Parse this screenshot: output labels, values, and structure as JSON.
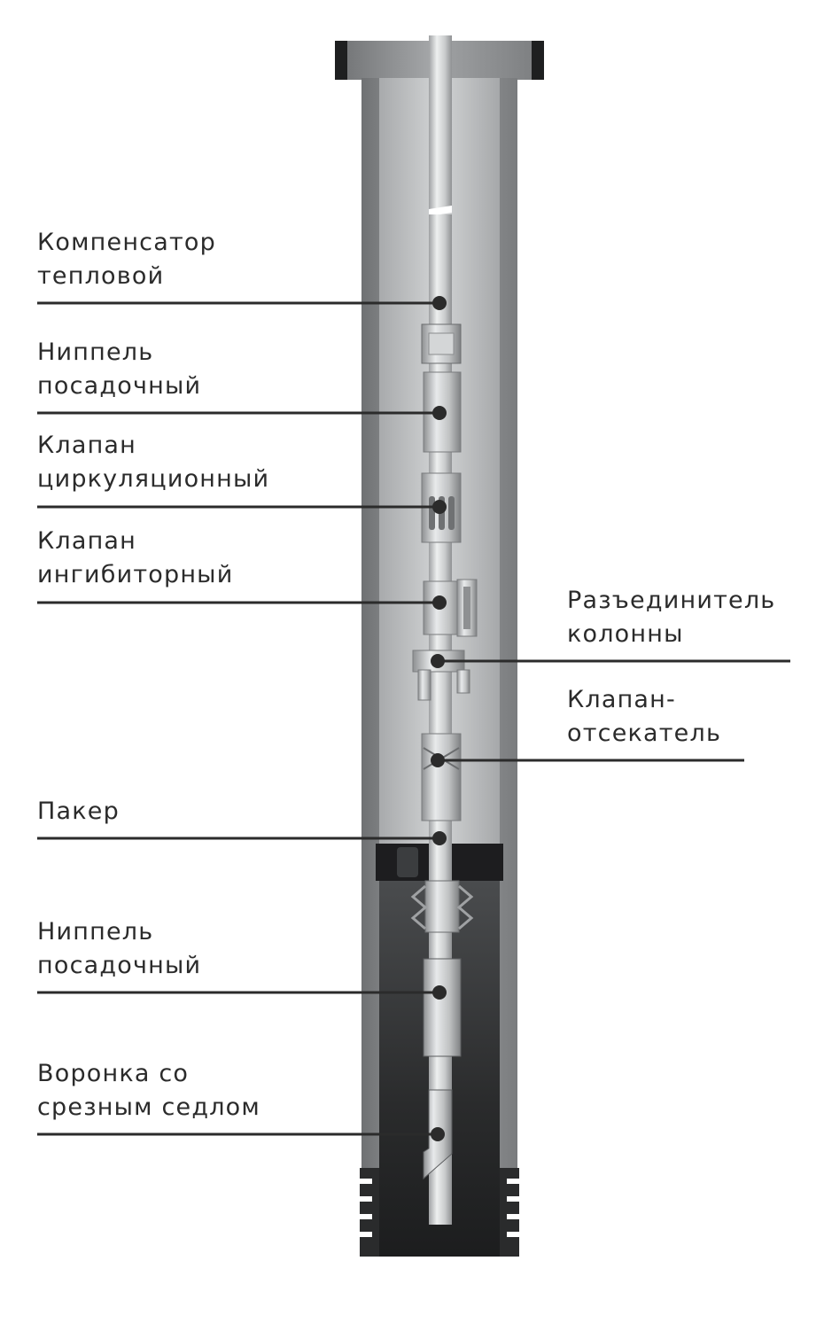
{
  "callouts": {
    "thermal_compensator": {
      "line1": "Компенсатор",
      "line2": "тепловой"
    },
    "landing_nipple_upper": {
      "line1": "Ниппель",
      "line2": "посадочный"
    },
    "circulation_valve": {
      "line1": "Клапан",
      "line2": "циркуляционный"
    },
    "inhibitor_valve": {
      "line1": "Клапан",
      "line2": "ингибиторный"
    },
    "string_disconnector": {
      "line1": "Разъединитель",
      "line2": "колонны"
    },
    "safety_valve": {
      "line1": "Клапан-",
      "line2": "отсекатель"
    },
    "packer": {
      "line1": "Пакер"
    },
    "landing_nipple_lower": {
      "line1": "Ниппель",
      "line2": "посадочный"
    },
    "shear_seat_funnel": {
      "line1": "Воронка со",
      "line2": "срезным седлом"
    }
  },
  "colors": {
    "label_text": "#2b2b2b",
    "leader_line": "#2b2b2b",
    "casing_metal": "#8c8e90",
    "annulus_light": "#c4c6c8",
    "annulus_dark": "#2a2b2c",
    "packer": "#1d1d1f",
    "tubing": "#dcdedf"
  }
}
